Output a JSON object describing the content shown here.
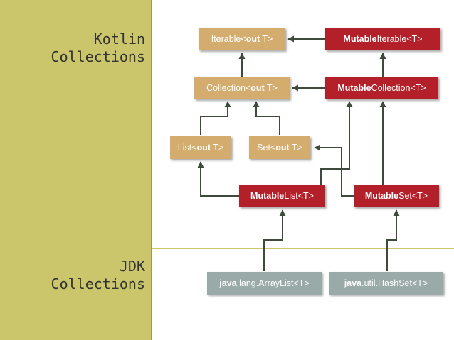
{
  "sections": {
    "kotlin": "Kotlin\nCollections",
    "jdk": "JDK\nCollections"
  },
  "nodes": {
    "iterable": {
      "prefix": "Iterable<",
      "kw": "out",
      "suffix": " T>"
    },
    "mutable_iterable": {
      "kw": "Mutable",
      "suffix": "Iterable<T>"
    },
    "collection": {
      "prefix": "Collection<",
      "kw": "out",
      "suffix": " T>"
    },
    "mutable_collection": {
      "kw": "Mutable",
      "suffix": "Collection<T>"
    },
    "list": {
      "prefix": "List<",
      "kw": "out",
      "suffix": " T>"
    },
    "set": {
      "prefix": "Set<",
      "kw": "out",
      "suffix": " T>"
    },
    "mutable_list": {
      "kw": "Mutable",
      "suffix": "List<T>"
    },
    "mutable_set": {
      "kw": "Mutable",
      "suffix": "Set<T>"
    },
    "array_list": {
      "kw": "java",
      "suffix": ".lang.ArrayList<T>"
    },
    "hash_set": {
      "kw": "java",
      "suffix": ".util.HashSet<T>"
    }
  },
  "colors": {
    "sidebar": "#cbc56b",
    "kotlin_node": "#d4ac6e",
    "mutable_node": "#b3202a",
    "jdk_node": "#9aaaa8",
    "arrow": "#3d4a3c"
  }
}
